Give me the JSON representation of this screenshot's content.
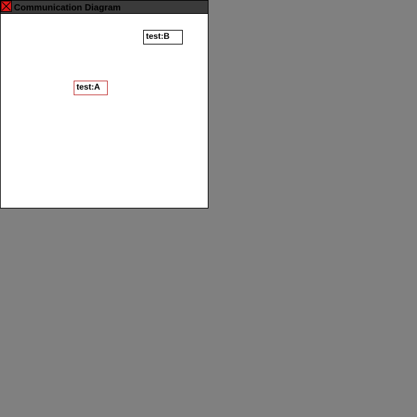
{
  "window": {
    "title": "Communication Diagram",
    "close_icon": "close-icon"
  },
  "diagram": {
    "objects": [
      {
        "label": "test:B",
        "selected": false
      },
      {
        "label": "test:A",
        "selected": true
      }
    ]
  },
  "colors": {
    "desktop": "#808080",
    "titlebar": "#3a3a3a",
    "close_button": "#e01818",
    "selected_border": "#c03030"
  }
}
